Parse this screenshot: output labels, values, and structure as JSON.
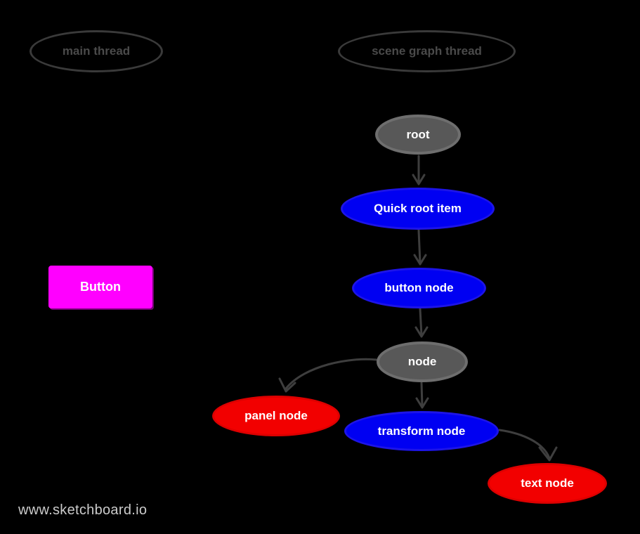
{
  "app": "sketchboard-diagram",
  "watermark": "www.sketchboard.io",
  "lanes": [
    {
      "id": "main-thread",
      "label": "main thread"
    },
    {
      "id": "scene-graph-thread",
      "label": "scene graph thread"
    }
  ],
  "button": {
    "label": "Button"
  },
  "nodes": [
    {
      "id": "root",
      "label": "root",
      "color": "gray"
    },
    {
      "id": "quick-root-item",
      "label": "Quick root item",
      "color": "blue"
    },
    {
      "id": "button-node",
      "label": "button node",
      "color": "blue"
    },
    {
      "id": "node",
      "label": "node",
      "color": "gray"
    },
    {
      "id": "panel-node",
      "label": "panel node",
      "color": "red"
    },
    {
      "id": "transform-node",
      "label": "transform node",
      "color": "blue"
    },
    {
      "id": "text-node",
      "label": "text node",
      "color": "red"
    }
  ],
  "edges": [
    {
      "from": "root",
      "to": "Quick root item"
    },
    {
      "from": "Quick root item",
      "to": "button node"
    },
    {
      "from": "button node",
      "to": "node"
    },
    {
      "from": "node",
      "to": "panel node"
    },
    {
      "from": "node",
      "to": "transform node"
    },
    {
      "from": "transform node",
      "to": "text node"
    }
  ],
  "colors": {
    "background": "#000000",
    "node_blue": "#0000f2",
    "node_red": "#f20000",
    "node_gray": "#585858",
    "button_magenta": "#ff00ff",
    "edge_stroke": "#3e3e3e",
    "lane_outline": "#3a3a3a",
    "lane_text": "#4a4a4a",
    "node_text": "#ffffff",
    "watermark_text": "#cbcbcb"
  }
}
